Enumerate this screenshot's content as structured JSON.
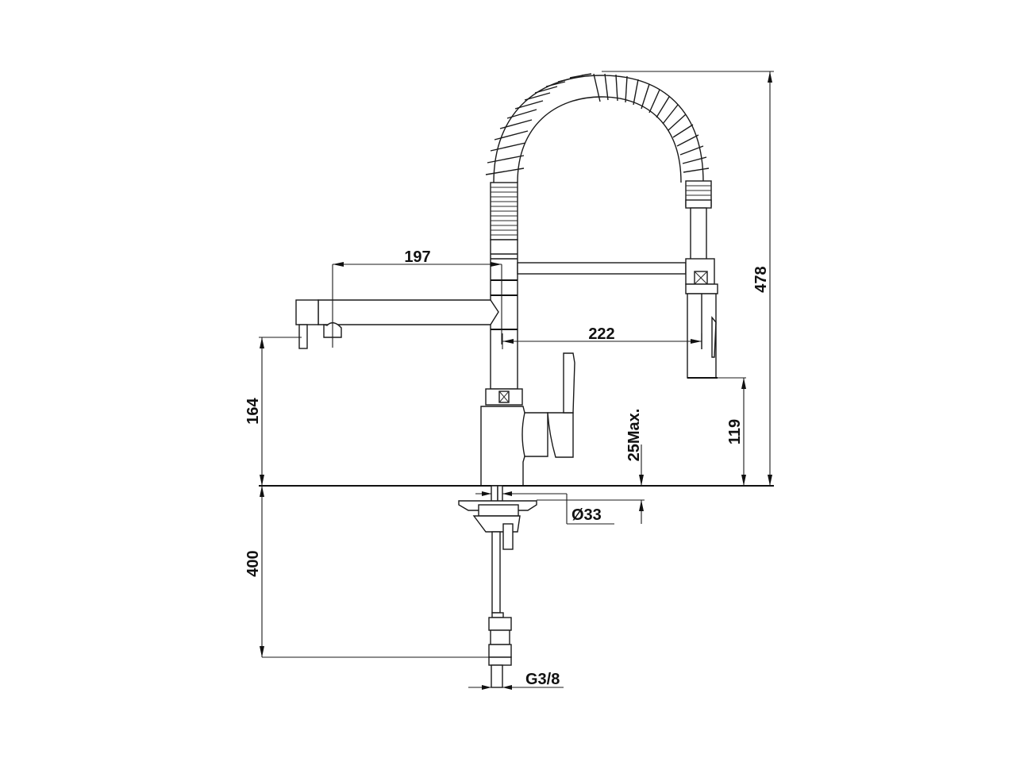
{
  "drawing": {
    "title": "Pull-down spring kitchen faucet — dimensional drawing",
    "units": "mm",
    "colors": {
      "line": "#1a1a1a",
      "background": "#ffffff"
    }
  },
  "dimensions": {
    "spout_reach_short": {
      "label": "197",
      "value": 197,
      "orientation": "horizontal"
    },
    "spray_reach": {
      "label": "222",
      "value": 222,
      "orientation": "horizontal"
    },
    "total_height": {
      "label": "478",
      "value": 478,
      "orientation": "vertical"
    },
    "spout_outlet_height": {
      "label": "164",
      "value": 164,
      "orientation": "vertical"
    },
    "spray_outlet_height": {
      "label": "119",
      "value": 119,
      "orientation": "vertical"
    },
    "hose_length": {
      "label": "400",
      "value": 400,
      "orientation": "vertical"
    },
    "max_deck_thickness": {
      "label": "25Max.",
      "value": 25,
      "orientation": "vertical"
    },
    "mounting_hole_diameter": {
      "label": "Ø33",
      "value": 33,
      "orientation": "horizontal"
    },
    "inlet_thread": {
      "label": "G3/8",
      "orientation": "horizontal"
    }
  }
}
